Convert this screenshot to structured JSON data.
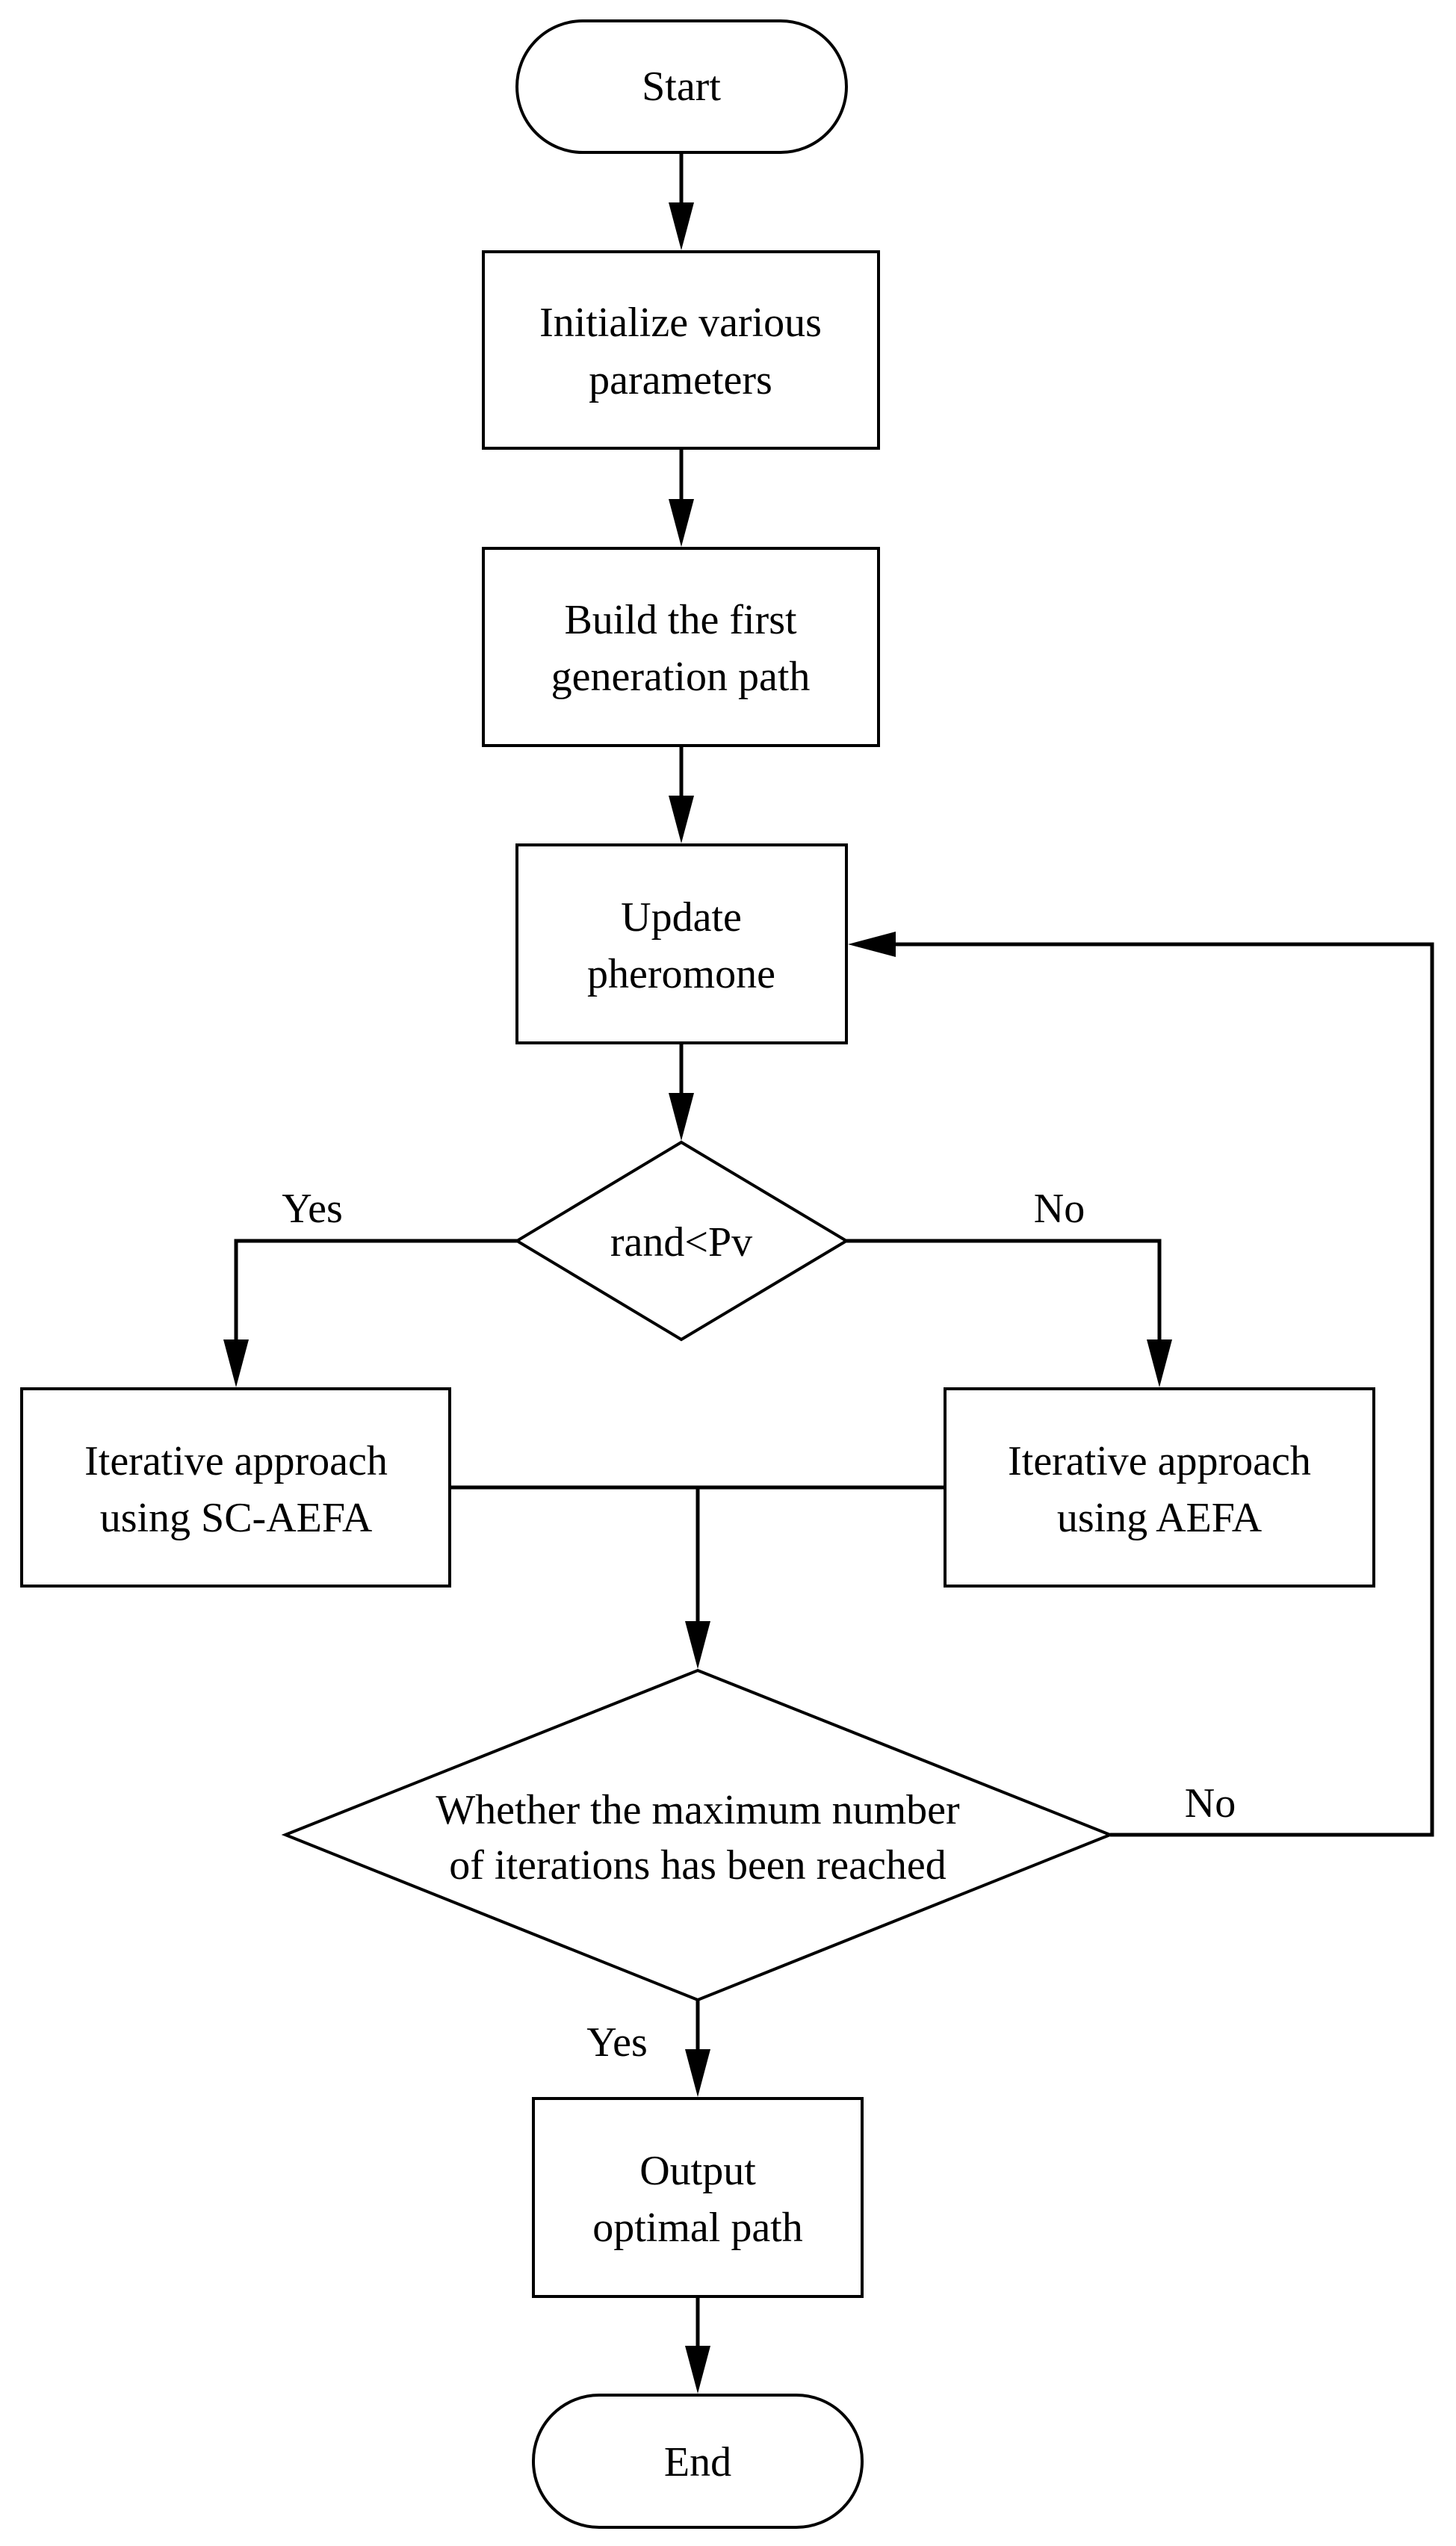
{
  "diagram": {
    "nodes": {
      "start": "Start",
      "init": [
        "Initialize various",
        "parameters"
      ],
      "build": [
        "Build the first",
        "generation path"
      ],
      "update": [
        "Update",
        "pheromone"
      ],
      "decision1": "rand<Pv",
      "sc_aefa": [
        "Iterative approach",
        "using SC-AEFA"
      ],
      "aefa": [
        "Iterative approach",
        "using AEFA"
      ],
      "decision2": [
        "Whether the maximum number",
        "of iterations has been reached"
      ],
      "output": [
        "Output",
        "optimal path"
      ],
      "end": "End"
    },
    "edge_labels": {
      "d1_yes": "Yes",
      "d1_no": "No",
      "d2_no": "No",
      "d2_yes": "Yes"
    }
  }
}
